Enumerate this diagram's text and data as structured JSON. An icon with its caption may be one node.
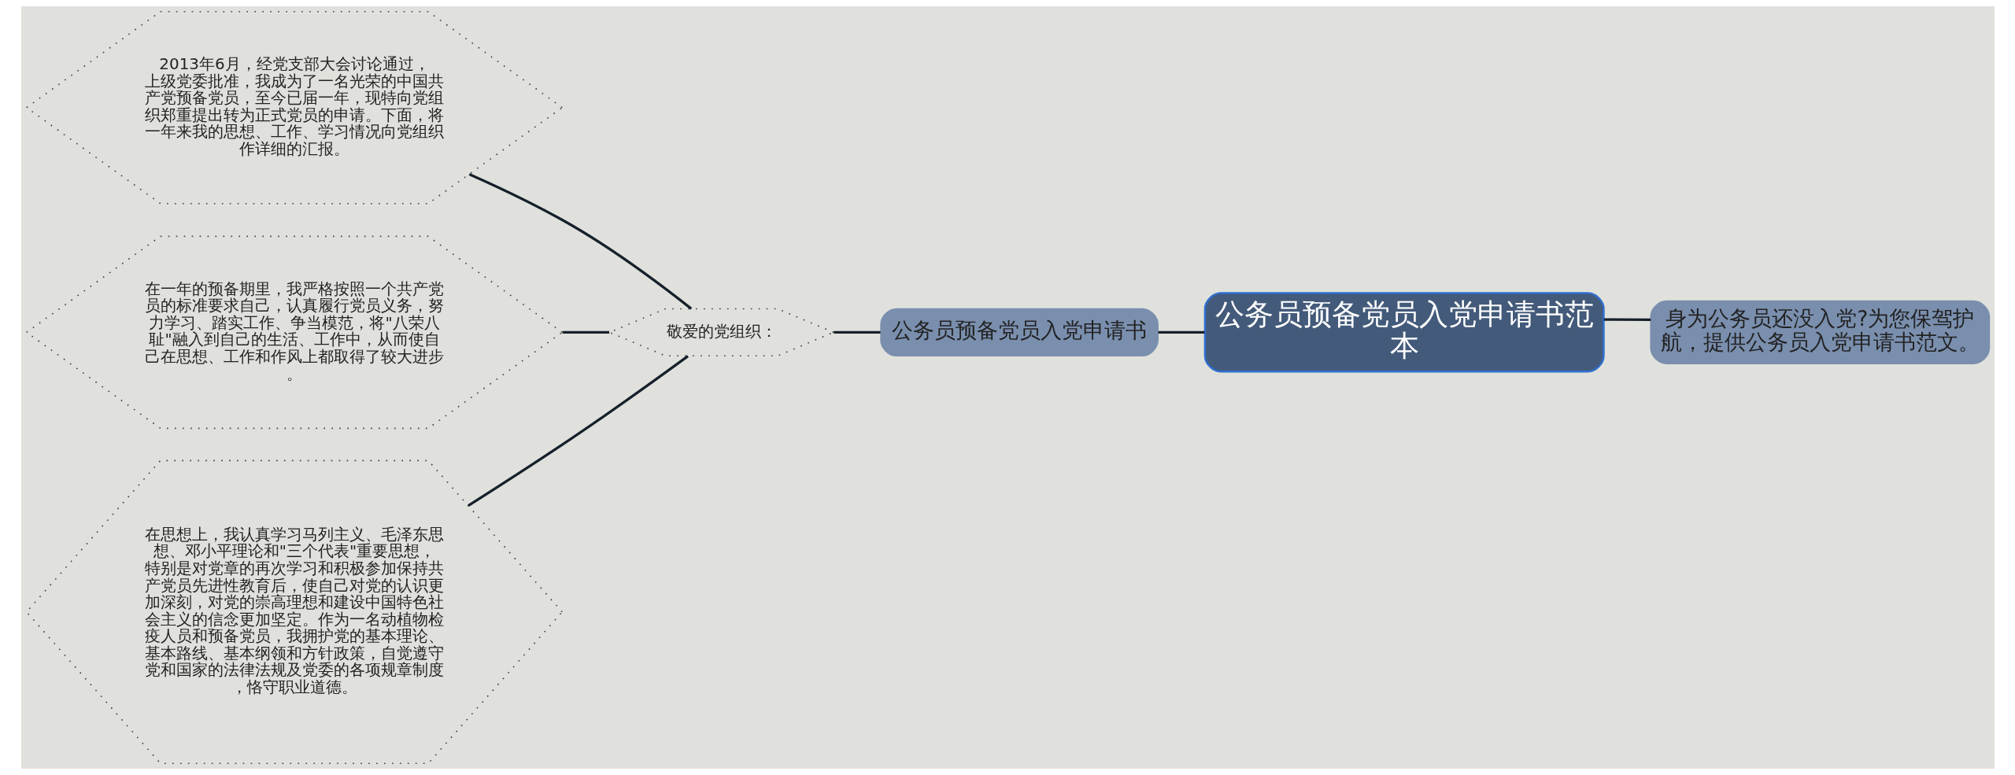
{
  "diagram": {
    "nodes": [
      {
        "text": [
          "公务员预备党员入党申请书范本"
        ]
      },
      {
        "text": [
          "身为公务员还没入党?为您保驾护航，提供公务员入党申请书范文。"
        ]
      },
      {
        "text": [
          "公务员预备党员入党申请书"
        ]
      },
      {
        "text": [
          "敬爱的党组织："
        ]
      },
      {
        "text": [
          "2013年6月，经党支部大会讨论通过，上级党委批准，我成为了一名光荣的中国共产党预备党员，至今已届一年，现特向党组织郑重提出转为正式党员的申请。下面，将一年来我的思想、工作、学习情况向党组织作详细的汇报。"
        ]
      },
      {
        "text": [
          "在一年的预备期里，我严格按照一个共产党员的标准要求自己，认真履行党员义务，努力学习、踏实工作、争当模范，将\"八荣八耻\"融入到自己的生活、工作中，从而使自己在思想、工作和作风上都取得了较大进步。"
        ]
      },
      {
        "text": [
          "在思想上，我认真学习马列主义、毛泽东思想、邓小平理论和\"三个代表\"重要思想，特别是对党章的再次学习和积极参加保持共产党员先进性教育后，使自己对党的认识更加深刻，对党的崇高理想和建设中国特色社会主义的信念更加坚定。作为一名动植物检疫人员和预备党员，我拥护党的基本理论、基本路线、基本纲领和方针政策，自觉遵守党和国家的法律法规及党委的各项规章制度，恪守职业道德。"
        ]
      }
    ],
    "edges": [
      {
        "from": 0,
        "to": 1,
        "arrow": "none"
      },
      {
        "from": 0,
        "to": 2,
        "arrow": "none"
      },
      {
        "from": 2,
        "to": 3,
        "arrow": "none"
      },
      {
        "from": 3,
        "to": 4,
        "arrow": "none"
      },
      {
        "from": 3,
        "to": 5,
        "arrow": "none"
      },
      {
        "from": 3,
        "to": 6,
        "arrow": "none"
      }
    ]
  }
}
